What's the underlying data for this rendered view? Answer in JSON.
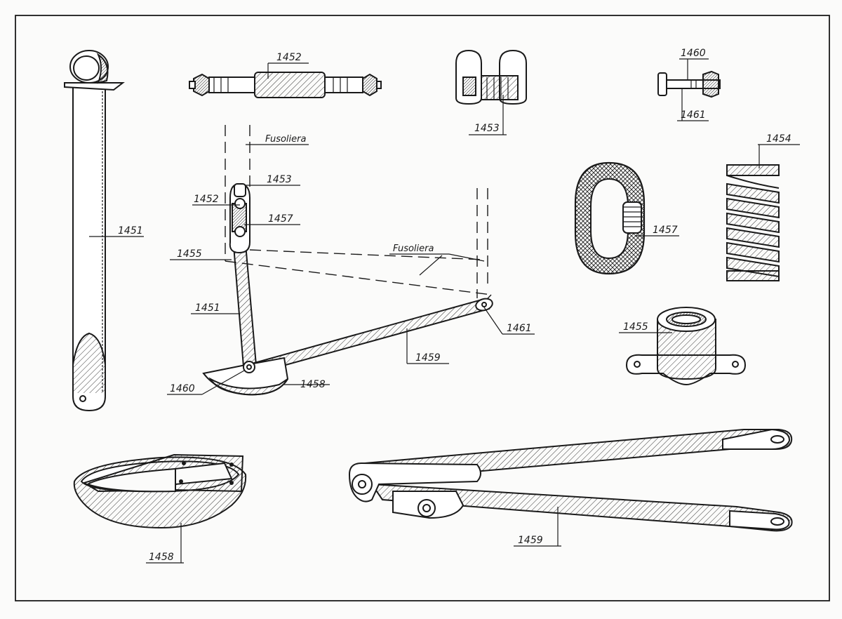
{
  "labels": {
    "p1451_rod": "1451",
    "p1452_top": "1452",
    "p1453_top": "1453",
    "p1460_top": "1460",
    "p1461_top": "1461",
    "p1454_spring": "1454",
    "fusoliera_1": "Fusoliera",
    "fusoliera_2": "Fusoliera",
    "p1453_asm": "1453",
    "p1452_asm": "1452",
    "p1457_asm": "1457",
    "p1455_asm": "1455",
    "p1451_asm": "1451",
    "p1457_link": "1457",
    "p1461_asm": "1461",
    "p1455_bush": "1455",
    "p1459_asm": "1459",
    "p1460_asm": "1460",
    "p1458_asm": "1458",
    "p1458_shoe": "1458",
    "p1459_arms": "1459"
  }
}
